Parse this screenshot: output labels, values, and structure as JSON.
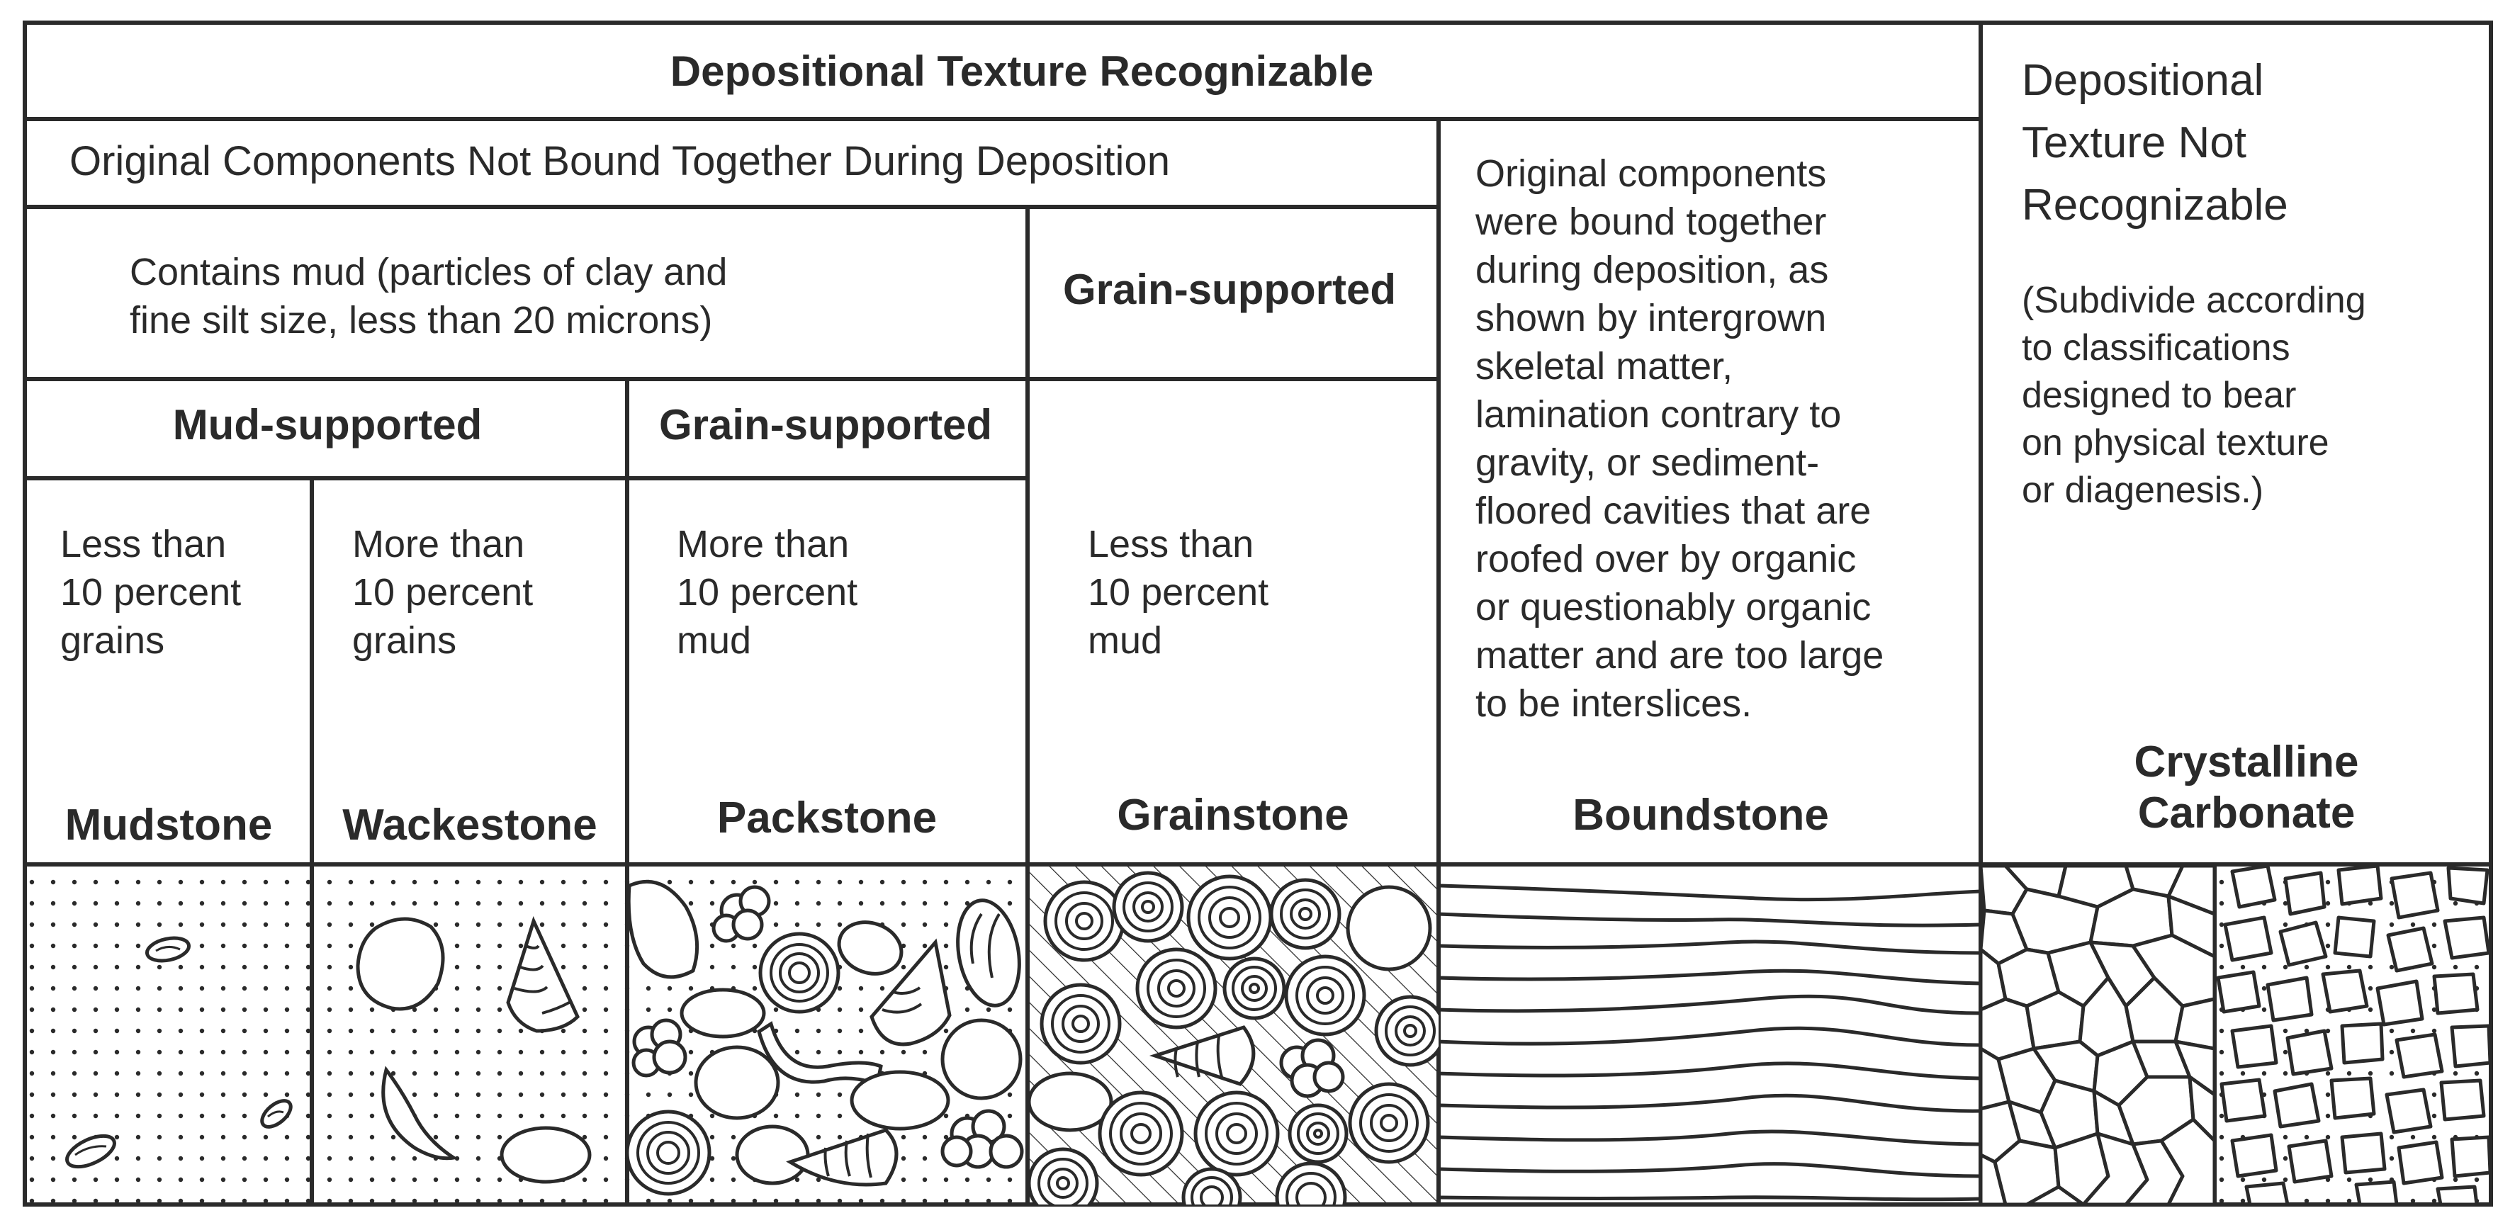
{
  "title": "Depositional Texture Recognizable",
  "not_recognizable": {
    "title_lines": [
      "Depositional",
      "Texture Not",
      "Recognizable"
    ],
    "note_lines": [
      "(Subdivide according",
      "to classifications",
      "designed to bear",
      "on physical texture",
      "or diagenesis.)"
    ],
    "name_lines": [
      "Crystalline",
      "Carbonate"
    ]
  },
  "not_bound": "Original Components Not Bound Together During Deposition",
  "bound_lines": [
    "Original components",
    "were bound together",
    "during deposition, as",
    "shown by intergrown",
    "skeletal matter,",
    "lamination contrary to",
    "gravity, or sediment-",
    "floored cavities that are",
    "roofed over by organic",
    "or questionably organic",
    "matter and are too large",
    "to be interslices."
  ],
  "contains_mud_lines": [
    "Contains mud (particles of clay and",
    "fine silt size, less than 20 microns)"
  ],
  "grain_supported": "Grain-supported",
  "mud_supported": "Mud-supported",
  "criteria": {
    "mudstone": [
      "Less than",
      "10 percent",
      "grains"
    ],
    "wackestone": [
      "More than",
      "10 percent",
      "grains"
    ],
    "packstone": [
      "More than",
      "10 percent",
      "mud"
    ],
    "grainstone": [
      "Less than",
      "10 percent",
      "mud"
    ]
  },
  "names": {
    "mudstone": "Mudstone",
    "wackestone": "Wackestone",
    "packstone": "Packstone",
    "grainstone": "Grainstone",
    "boundstone": "Boundstone"
  },
  "colors": {
    "line": "#2a2a2a",
    "background": "#ffffff"
  }
}
